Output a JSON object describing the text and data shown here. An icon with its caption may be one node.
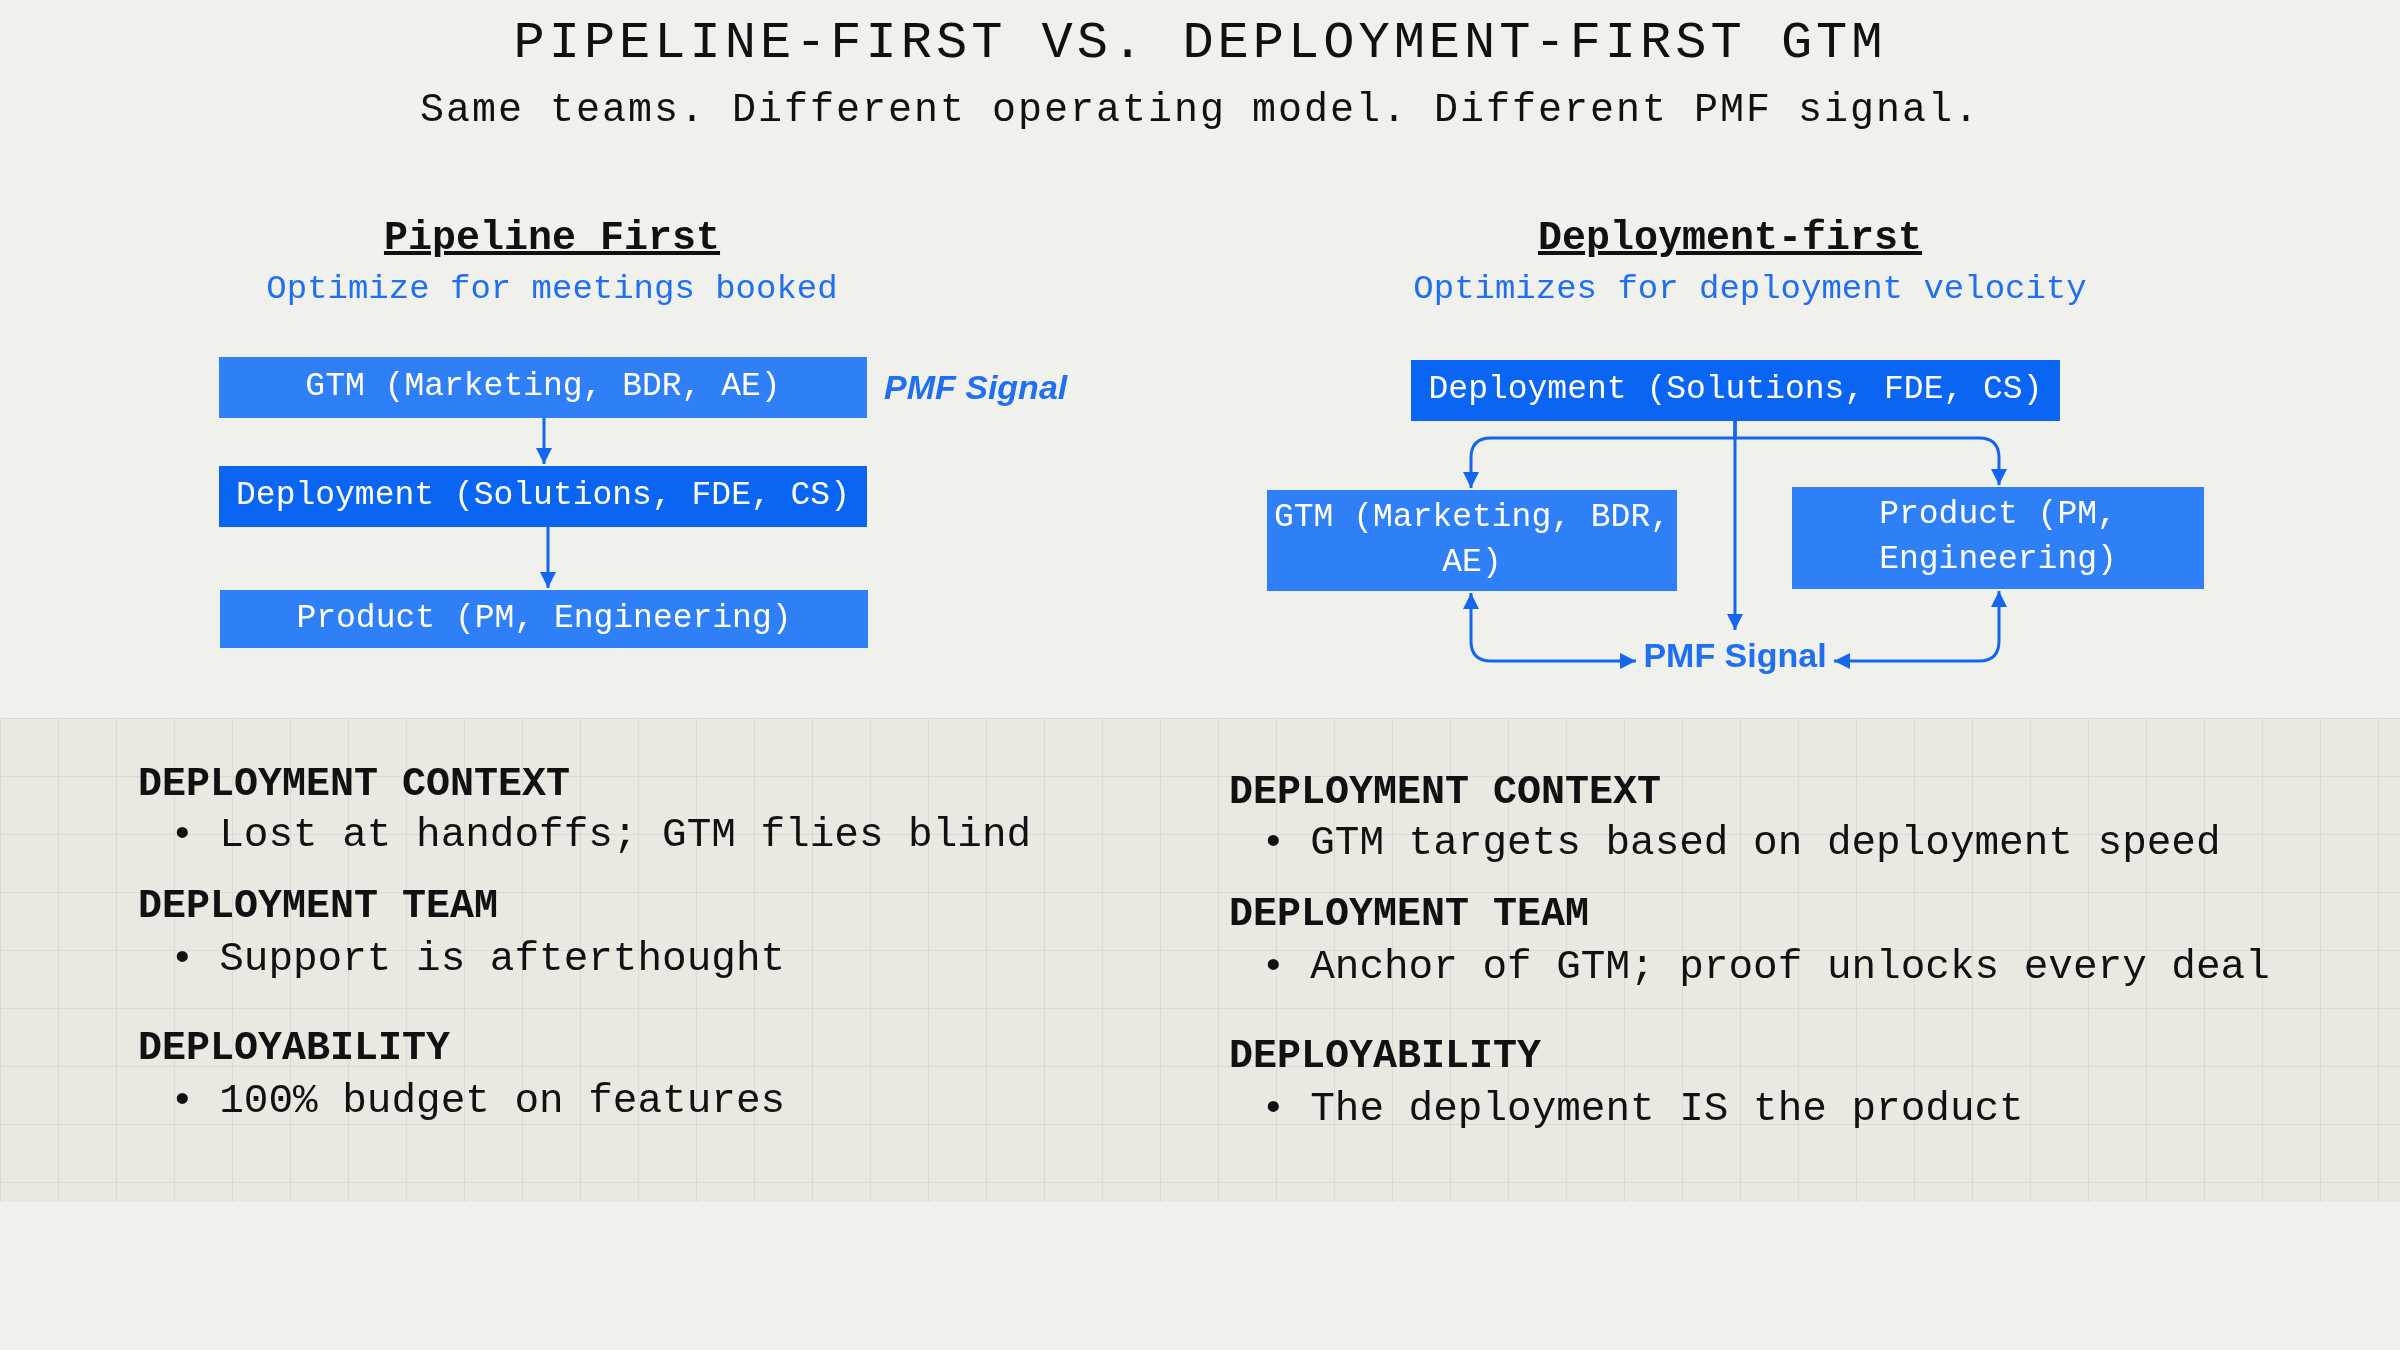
{
  "diagram": {
    "title": "PIPELINE-FIRST VS. DEPLOYMENT-FIRST GTM",
    "nodes": [
      {
        "text": [
          "GTM (Marketing, BDR, AE)"
        ],
        "beside": [
          "PMF Signal"
        ]
      },
      {
        "text": [
          "Deployment (Solutions, FDE, CS)"
        ]
      },
      {
        "text": [
          "Product (PM, Engineering)"
        ]
      },
      {
        "text": [
          "Deployment (Solutions, FDE, CS)"
        ]
      },
      {
        "text": [
          "GTM (Marketing, BDR, AE)"
        ]
      },
      {
        "text": [
          "Product (PM, Engineering)"
        ]
      },
      {
        "text": [
          "PMF Signal"
        ]
      }
    ],
    "edges": [
      {
        "from": 0,
        "to": 1,
        "arrow": "to"
      },
      {
        "from": 1,
        "to": 2,
        "arrow": "to"
      },
      {
        "from": 3,
        "to": 4,
        "arrow": "to"
      },
      {
        "from": 3,
        "to": 5,
        "arrow": "to"
      },
      {
        "from": 3,
        "to": 6,
        "arrow": "to"
      },
      {
        "from": 4,
        "to": 6,
        "arrow": "both"
      },
      {
        "from": 5,
        "to": 6,
        "arrow": "both"
      }
    ],
    "labels": [
      "Same teams. Different operating model. Different PMF signal.",
      "Pipeline First",
      "Optimize for meetings booked",
      "Deployment-first",
      "Optimizes for deployment velocity",
      "DEPLOYMENT CONTEXT",
      "• Lost at handoffs; GTM flies blind",
      "DEPLOYMENT TEAM",
      "• Support is afterthought",
      "DEPLOYABILITY",
      "• 100% budget on features",
      "DEPLOYMENT CONTEXT",
      "• GTM targets based on deployment speed",
      "DEPLOYMENT TEAM",
      "• Anchor of GTM; proof unlocks every deal",
      "DEPLOYABILITY",
      "• The deployment IS the product"
    ]
  }
}
